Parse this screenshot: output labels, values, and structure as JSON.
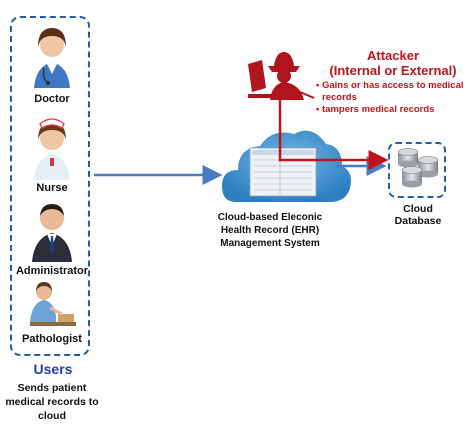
{
  "users": {
    "roles": [
      "Doctor",
      "Nurse",
      "Administrator",
      "Pathologist"
    ],
    "title": "Users",
    "description": [
      "Sends patient",
      "medical records to",
      "cloud"
    ]
  },
  "ehr": {
    "label": [
      "Cloud-based Eleconic",
      "Health Record (EHR)",
      "Management System"
    ]
  },
  "cloud_db": {
    "label": [
      "Cloud",
      "Database"
    ]
  },
  "attacker": {
    "title": [
      "Attacker",
      "(Internal or External)"
    ],
    "points": [
      "Gains or has access to medical records",
      "tampers medical records"
    ]
  },
  "colors": {
    "accent_blue": "#1f5fa8",
    "attacker_red": "#c0141c",
    "arrow_blue": "#4a7cc4",
    "cloud_blue": "#3f90cf"
  }
}
